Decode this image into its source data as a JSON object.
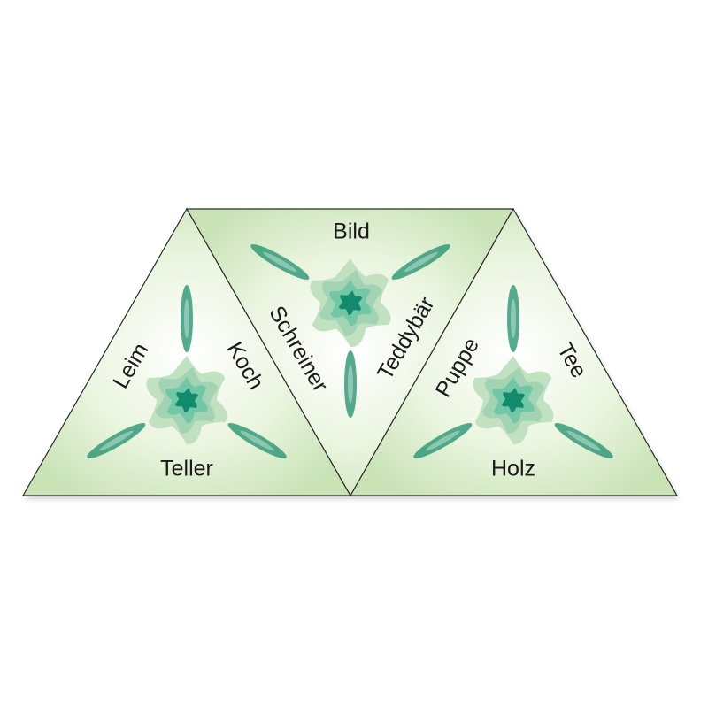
{
  "colors": {
    "tile_center": "#ffffff",
    "tile_edge": "#c9e3b7",
    "tile_stroke": "#2b2b2b",
    "flower_outer": "#c2e1c1",
    "flower_inner": "#6cc5a4",
    "flower_core": "#128b6c",
    "petal_dark": "#1c8f6b",
    "text": "#1a1a1a"
  },
  "tiles": [
    {
      "orientation": "up",
      "words": {
        "left": "Leim",
        "right": "Koch",
        "bottom": "Teller"
      }
    },
    {
      "orientation": "down",
      "words": {
        "top": "Bild",
        "left": "Schreiner",
        "right": "Teddybär"
      }
    },
    {
      "orientation": "up",
      "words": {
        "left": "Puppe",
        "right": "Tee",
        "bottom": "Holz"
      }
    }
  ]
}
